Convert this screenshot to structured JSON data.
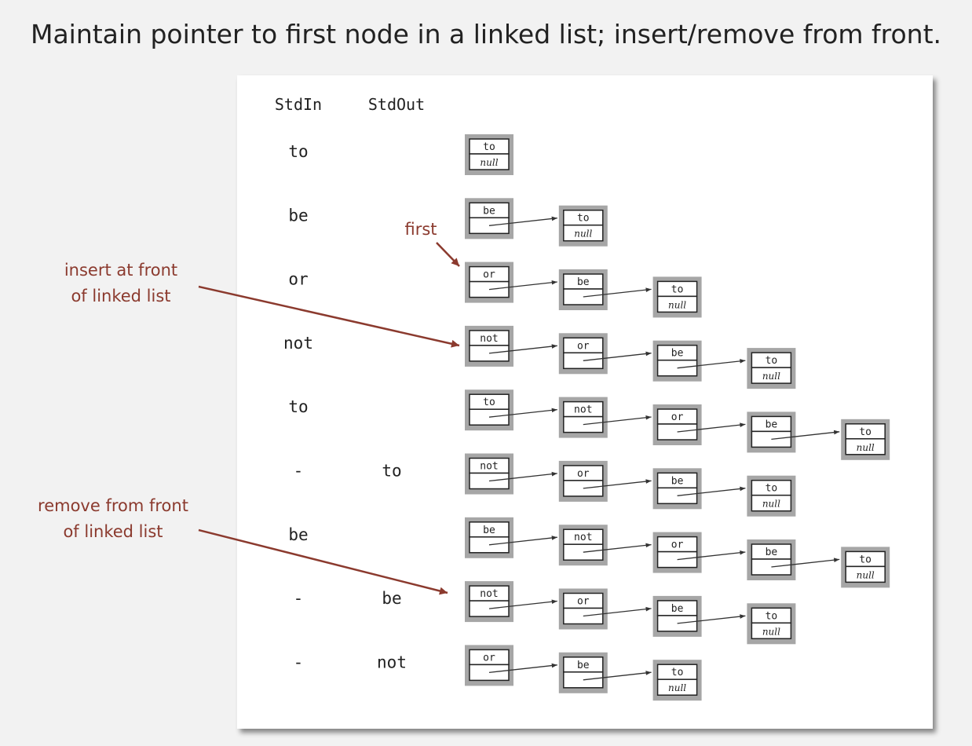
{
  "title": "Maintain pointer to first node in a linked list; insert/remove from front.",
  "headers": {
    "stdin": "StdIn",
    "stdout": "StdOut"
  },
  "null_label": "null",
  "first_label": "first",
  "annotations": {
    "insert": [
      "insert at front",
      "of linked list"
    ],
    "remove": [
      "remove from front",
      "of linked list"
    ]
  },
  "colors": {
    "accent": "#8b3a2e",
    "node_frame": "#a6a6a6",
    "text": "#222222"
  },
  "rows": [
    {
      "stdin": "to",
      "stdout": "",
      "list": [
        "to"
      ]
    },
    {
      "stdin": "be",
      "stdout": "",
      "list": [
        "be",
        "to"
      ]
    },
    {
      "stdin": "or",
      "stdout": "",
      "list": [
        "or",
        "be",
        "to"
      ]
    },
    {
      "stdin": "not",
      "stdout": "",
      "list": [
        "not",
        "or",
        "be",
        "to"
      ]
    },
    {
      "stdin": "to",
      "stdout": "",
      "list": [
        "to",
        "not",
        "or",
        "be",
        "to"
      ]
    },
    {
      "stdin": "-",
      "stdout": "to",
      "list": [
        "not",
        "or",
        "be",
        "to"
      ]
    },
    {
      "stdin": "be",
      "stdout": "",
      "list": [
        "be",
        "not",
        "or",
        "be",
        "to"
      ]
    },
    {
      "stdin": "-",
      "stdout": "be",
      "list": [
        "not",
        "or",
        "be",
        "to"
      ]
    },
    {
      "stdin": "-",
      "stdout": "not",
      "list": [
        "or",
        "be",
        "to"
      ]
    }
  ]
}
